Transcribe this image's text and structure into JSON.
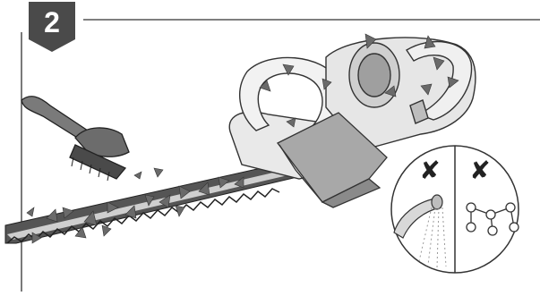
{
  "step": {
    "number": "2"
  },
  "prohibitions": [
    {
      "id": "no-water-jet",
      "mark": "✘",
      "icon": "water-spray-icon"
    },
    {
      "id": "no-solvents",
      "mark": "✘",
      "icon": "chemical-molecule-icon"
    }
  ],
  "colors": {
    "badge": "#4a4a4a",
    "outline": "#333333",
    "leaf": "#6a6a6a",
    "tool_body": "#e9e9e9",
    "blade": "#4d4d4d",
    "cloth": "#a8a8a8",
    "brush": "#7a7a7a",
    "water": "#9a9a9a"
  }
}
